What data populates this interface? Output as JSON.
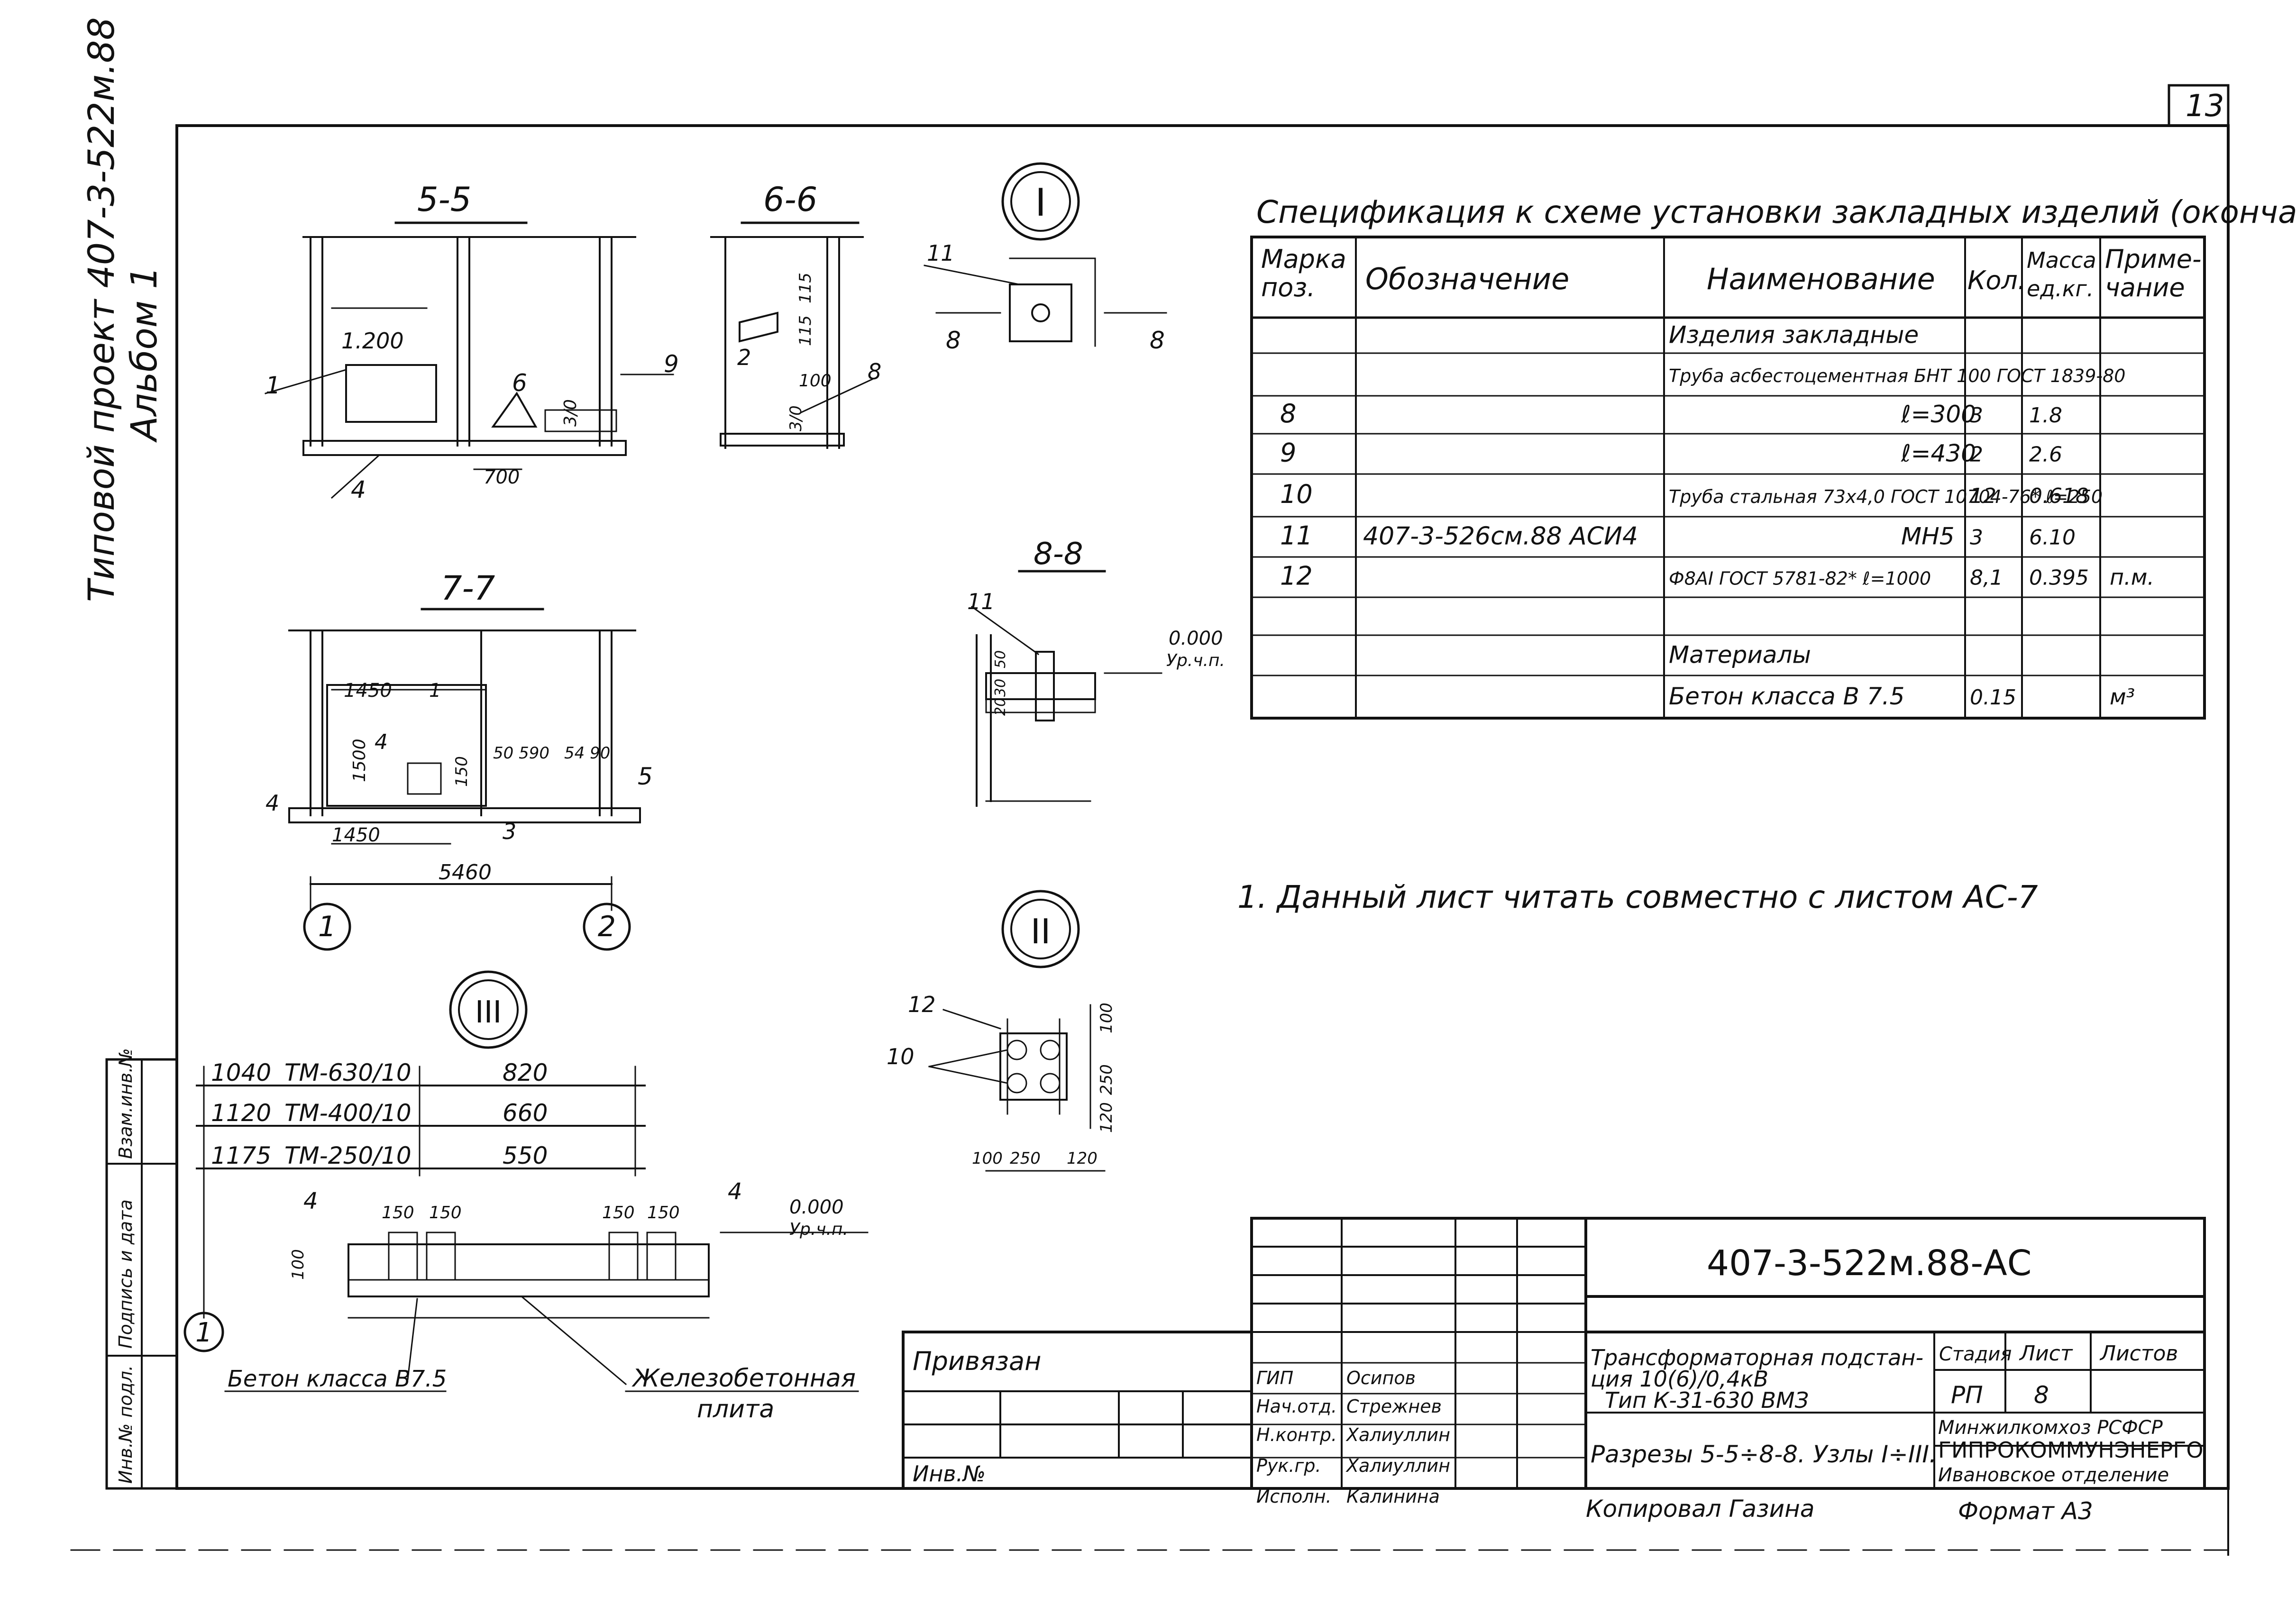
{
  "sheet_number": "13",
  "side_stamp": {
    "line1": "Типовой проект 407-3-522м.88",
    "line2": "Альбом 1"
  },
  "sections": {
    "s55": "5-5",
    "s66": "6-6",
    "s77": "7-7",
    "s88": "8-8",
    "node1": "I",
    "node2": "II",
    "node3": "III"
  },
  "drawing_labels": {
    "s55": [
      "1",
      "1.200",
      "6",
      "9",
      "4",
      "3/0",
      "700"
    ],
    "s66": [
      "2",
      "115",
      "115",
      "100",
      "8",
      "3/0"
    ],
    "s77": [
      "1450",
      "1",
      "1500",
      "4",
      "5",
      "150",
      "50 590",
      "54 90",
      "4",
      "1450",
      "3",
      "5460",
      "1",
      "2"
    ],
    "node1": [
      "11",
      "8",
      "8"
    ],
    "s88": [
      "11",
      "0.000",
      "Ур.ч.п.",
      "50",
      "30",
      "20"
    ],
    "node2": [
      "12",
      "10",
      "100",
      "250",
      "120",
      "100",
      "250",
      "120"
    ],
    "node3": {
      "rows": [
        {
          "left": "1040",
          "model": "ТМ-630/10",
          "right": "820"
        },
        {
          "left": "1120",
          "model": "ТМ-400/10",
          "right": "660"
        },
        {
          "left": "1175",
          "model": "ТМ-250/10",
          "right": "550"
        }
      ],
      "marks": [
        "4",
        "150",
        "150",
        "150",
        "150",
        "4",
        "100",
        "1"
      ],
      "level": "0.000",
      "level_note": "Ур.ч.п.",
      "concrete_label": "Бетон класса В7.5",
      "slab_label_1": "Железобетонная",
      "slab_label_2": "плита"
    }
  },
  "spec": {
    "title": "Спецификация к схеме установки закладных изделий (окончание)",
    "headers": [
      "Марка поз.",
      "Обозначение",
      "Наименование",
      "Кол.",
      "Масса ед.кг.",
      "Приме-чание"
    ],
    "rows": [
      {
        "mark": "",
        "designation": "",
        "name": "Изделия закладные",
        "qty": "",
        "mass": "",
        "note": ""
      },
      {
        "mark": "",
        "designation": "",
        "name": "Труба асбестоцементная БНТ 100 ГОСТ 1839-80",
        "qty": "",
        "mass": "",
        "note": ""
      },
      {
        "mark": "8",
        "designation": "",
        "name": "ℓ=300",
        "qty": "3",
        "mass": "1.8",
        "note": ""
      },
      {
        "mark": "9",
        "designation": "",
        "name": "ℓ=430",
        "qty": "2",
        "mass": "2.6",
        "note": ""
      },
      {
        "mark": "10",
        "designation": "",
        "name": "Труба стальная 73х4,0 ГОСТ 10704-76* ℓ=250",
        "qty": "12",
        "mass": "0.618",
        "note": ""
      },
      {
        "mark": "11",
        "designation": "407-3-526см.88   АСИ4",
        "name": "МН5",
        "qty": "3",
        "mass": "6.10",
        "note": ""
      },
      {
        "mark": "12",
        "designation": "",
        "name": "Ф8АI ГОСТ 5781-82* ℓ=1000",
        "qty": "8,1",
        "mass": "0.395",
        "note": "п.м."
      },
      {
        "mark": "",
        "designation": "",
        "name": "",
        "qty": "",
        "mass": "",
        "note": ""
      },
      {
        "mark": "",
        "designation": "",
        "name": "Материалы",
        "qty": "",
        "mass": "",
        "note": ""
      },
      {
        "mark": "",
        "designation": "",
        "name": "Бетон класса В 7.5",
        "qty": "0.15",
        "mass": "",
        "note": "м³"
      }
    ]
  },
  "note": "1. Данный лист читать совместно с листом АС-7",
  "title_block": {
    "code": "407-3-522м.88-АС",
    "object_1": "Трансформаторная подстан-",
    "object_2": "ция 10(6)/0,4кВ",
    "object_3": "Тип К-31-630 ВМЗ",
    "sheet_title": "Разрезы 5-5÷8-8. Узлы I÷III.",
    "stage_label": "Стадия",
    "sheet_label": "Лист",
    "sheets_label": "Листов",
    "stage": "РП",
    "sheet": "8",
    "sheets": "",
    "org_1": "Минжилкомхоз РСФСР",
    "org_2": "ГИПРОКОММУНЭНЕРГО",
    "org_3": "Ивановское отделение",
    "bound": "Привязан",
    "inv": "Инв.№",
    "roles": [
      {
        "role": "ГИП",
        "name": "Осипов"
      },
      {
        "role": "Нач.отд.",
        "name": "Стрежнев"
      },
      {
        "role": "Н.контр.",
        "name": "Халиуллин"
      },
      {
        "role": "Рук.гр.",
        "name": "Халиуллин"
      },
      {
        "role": "Исполн.",
        "name": "Калинина"
      }
    ],
    "copied": "Копировал Газина",
    "format": "Формат А3"
  },
  "left_strip": {
    "a": "Инв.№ подл.",
    "b": "Подпись и дата",
    "c": "Взам.инв.№"
  }
}
